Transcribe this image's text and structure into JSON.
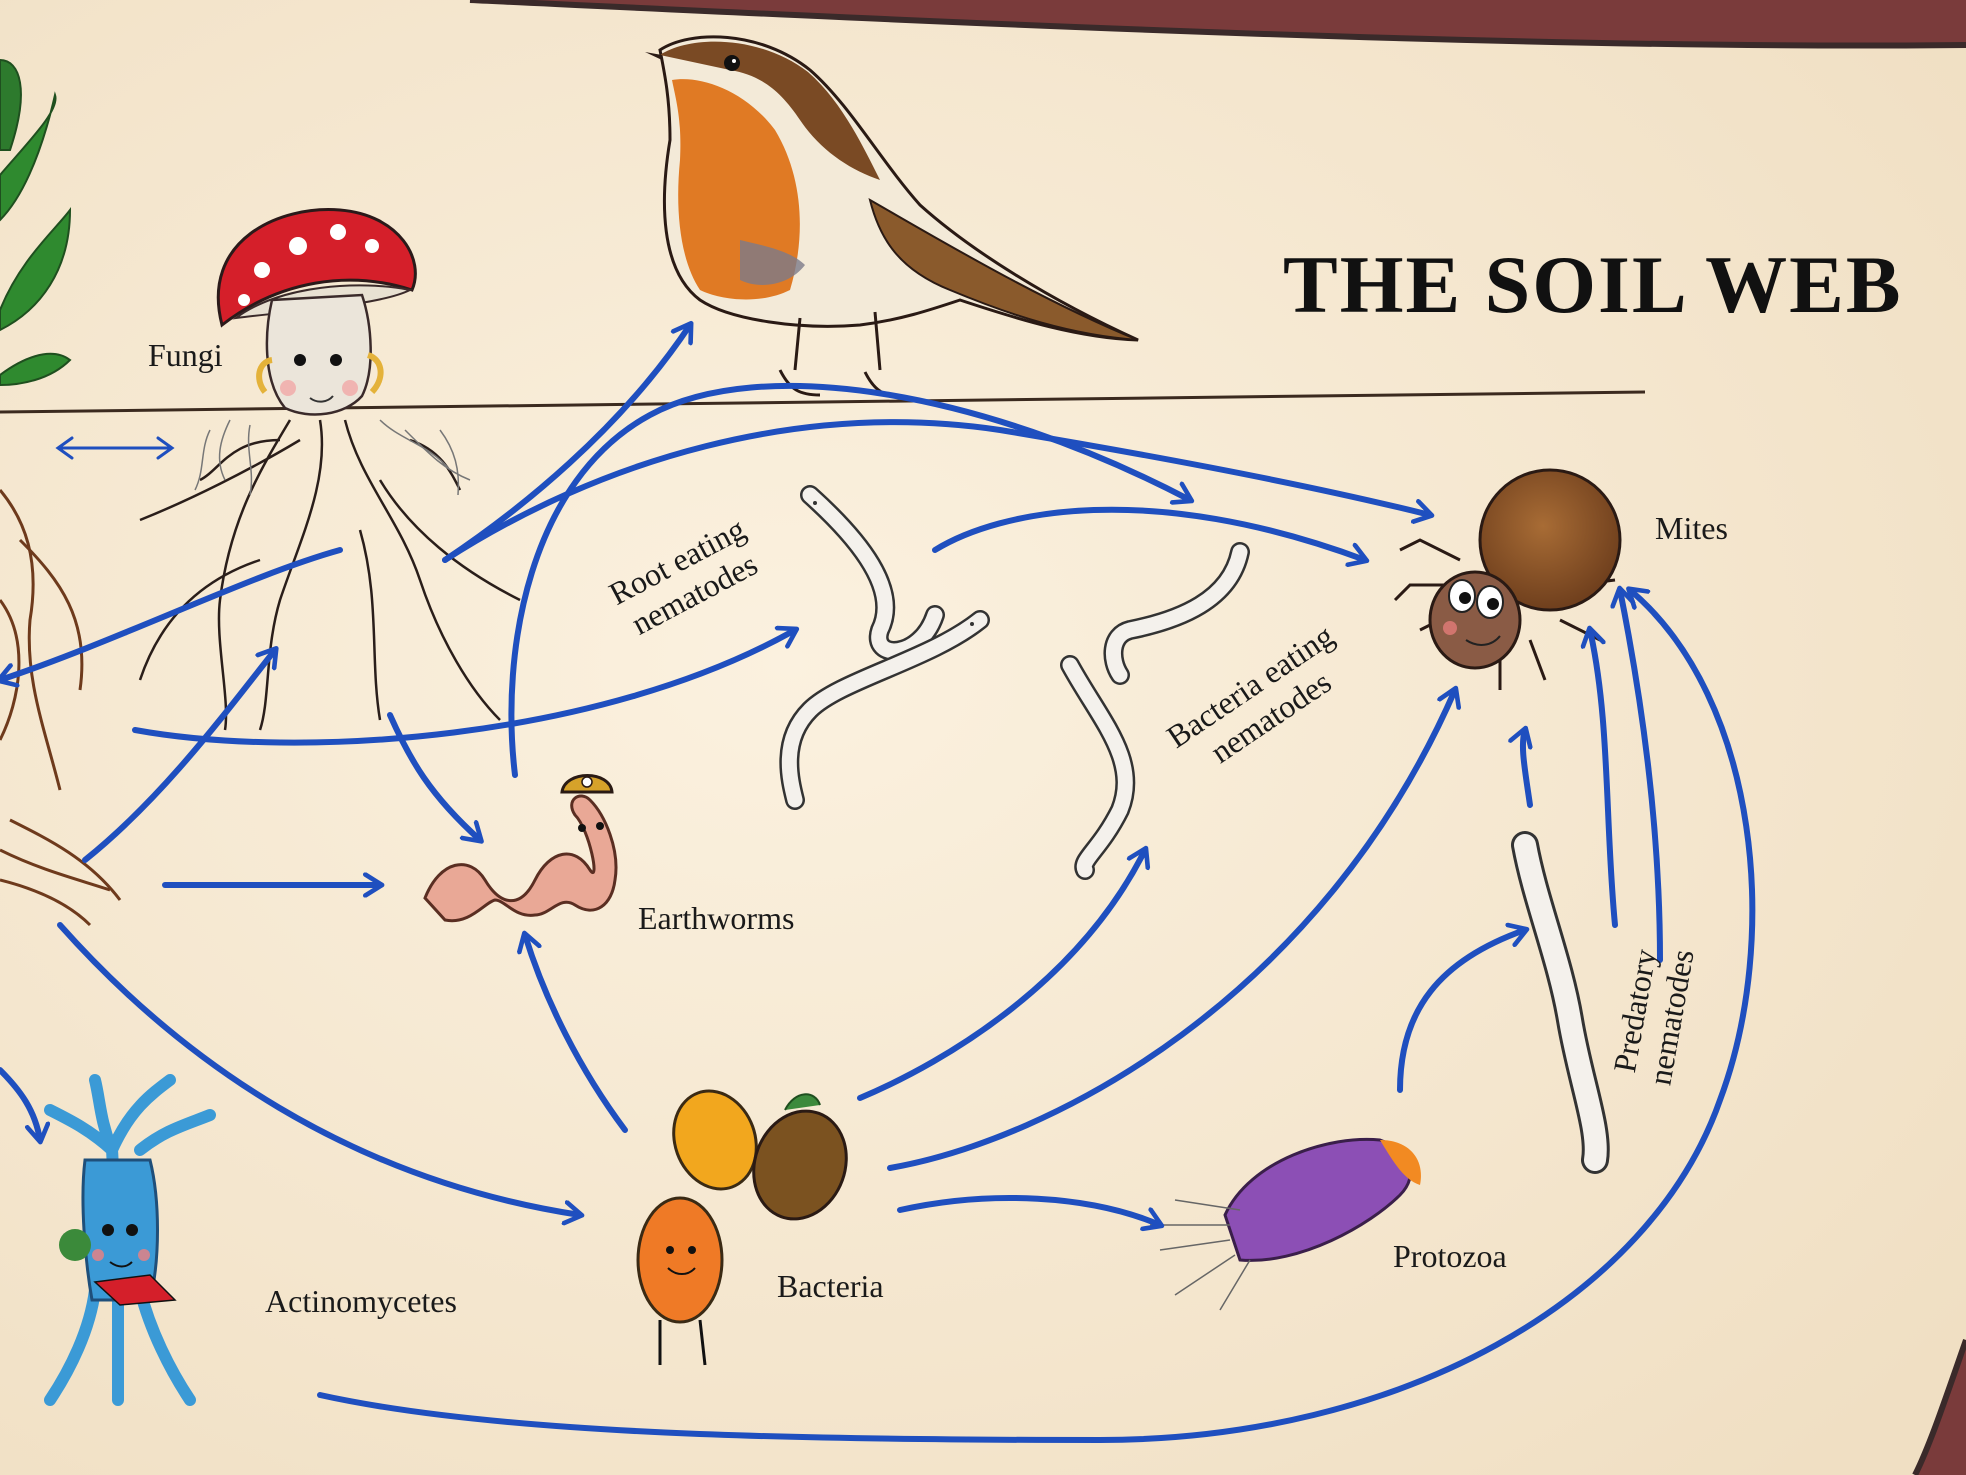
{
  "title": "THE SOIL WEB",
  "labels": {
    "fungi": "Fungi",
    "root_nematodes_1": "Root eating",
    "root_nematodes_2": "nematodes",
    "bacteria_nematodes_1": "Bacteria eating",
    "bacteria_nematodes_2": "nematodes",
    "mites": "Mites",
    "earthworms": "Earthworms",
    "predatory_1": "Predatory",
    "predatory_2": "nematodes",
    "protozoa": "Protozoa",
    "bacteria": "Bacteria",
    "actinomycetes": "Actinomycetes"
  },
  "colors": {
    "arrow": "#1f4fbf",
    "paper": "#f6ead6",
    "border": "#7a3b3b",
    "robin_breast": "#e07a24",
    "mite_body": "#8f5a2a",
    "protozoa": "#8c4fb5",
    "actinomycetes": "#3b9ad6",
    "earthworm": "#e9a896"
  }
}
